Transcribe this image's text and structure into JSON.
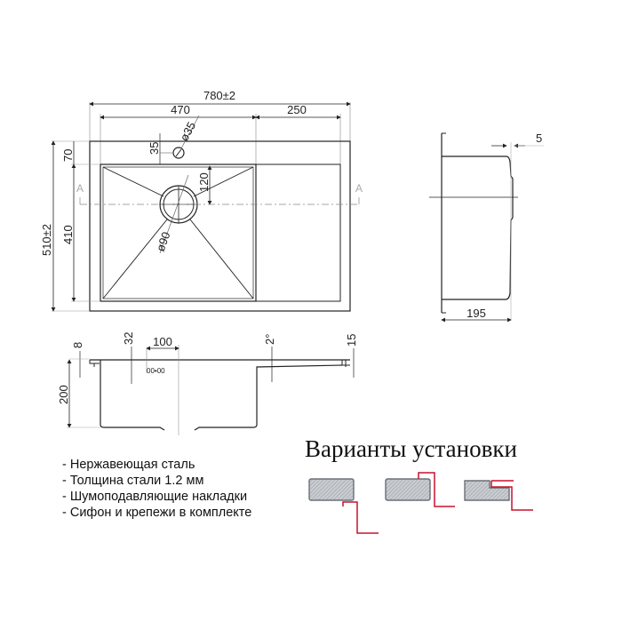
{
  "plan_view": {
    "overall_width": "780±2",
    "bowl_width": "470",
    "drainboard_width": "250",
    "tap_hole_diameter": "ø35",
    "tap_hole_offset": "35",
    "rim_top": "70",
    "overall_depth": "510±2",
    "bowl_depth": "410",
    "drain_offset": "120",
    "drain_diameter": "ø90",
    "section_marker": "A"
  },
  "side_view": {
    "flange": "5",
    "depth": "195"
  },
  "section_view": {
    "rim_left": "8",
    "drain_offset": "32",
    "drain_spacing": "100",
    "slope": "2°",
    "rim_right": "15",
    "bowl_height": "200",
    "drain_symbol": "00•00"
  },
  "features": [
    "- Нержавеющая сталь",
    "- Толщина стали 1.2 мм",
    "- Шумоподавляющие накладки",
    "- Сифон и крепежи в комплекте"
  ],
  "installation": {
    "title": "Варианты установки",
    "variants": [
      "undermount",
      "overmount",
      "flush-mount"
    ],
    "accent_color": "#c8102e",
    "countertop_color": "#b8bcc0"
  }
}
